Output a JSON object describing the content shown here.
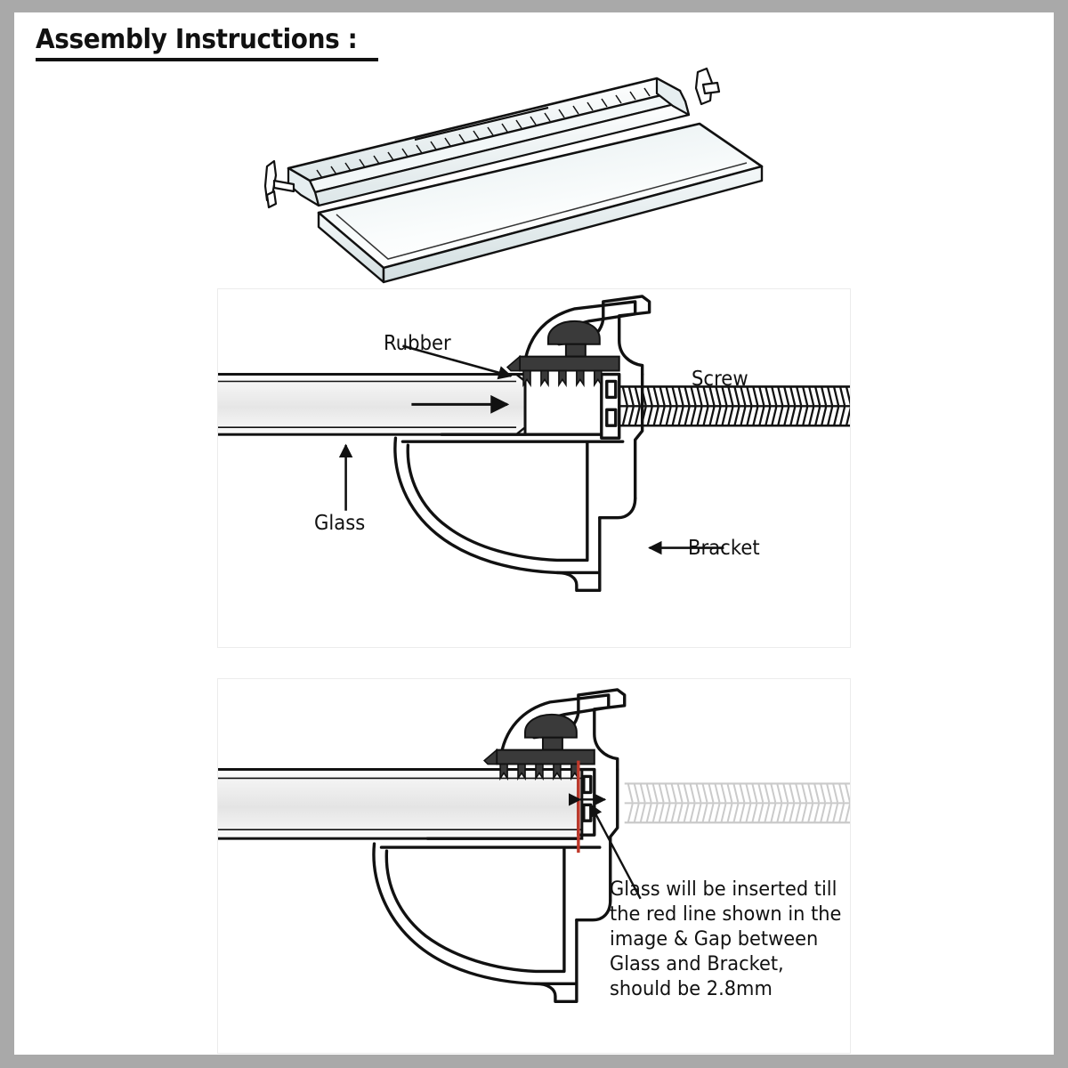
{
  "page": {
    "title": "Assembly Instructions :",
    "border_color": "#a9a9a9",
    "background_color": "#ffffff"
  },
  "figures": {
    "exploded_view": {
      "name": "exploded-assembly-view",
      "parts": [
        "bracket-rail",
        "glass-shelf",
        "screw"
      ],
      "caption": ""
    },
    "cross_section_labeled": {
      "name": "cross-section-labeled",
      "labels": {
        "rubber": "Rubber",
        "screw": "Screw",
        "glass": "Glass",
        "bracket": "Bracket"
      }
    },
    "cross_section_note": {
      "name": "cross-section-red-line",
      "red_line_color": "#c0392b",
      "note_lines": [
        "Glass will be inserted till",
        "the red line shown in the",
        "image & Gap between",
        "Glass and Bracket,",
        "should be 2.8mm"
      ],
      "gap_value": "2.8mm"
    }
  }
}
